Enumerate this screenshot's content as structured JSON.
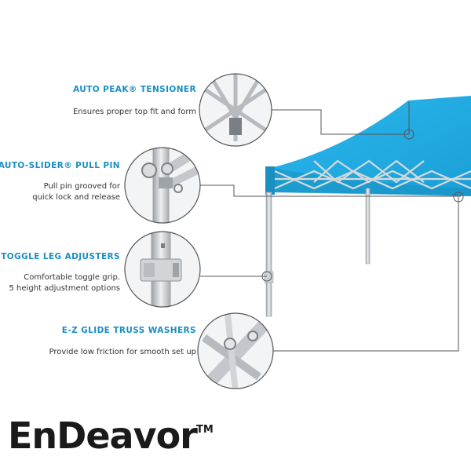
{
  "features": [
    {
      "title": "AUTO PEAK® TENSIONER",
      "desc": [
        "Ensures proper top fit and form"
      ]
    },
    {
      "title": "AUTO-SLIDER® PULL PIN",
      "desc": [
        "Pull pin grooved for",
        "quick lock and release"
      ]
    },
    {
      "title": "TOGGLE LEG ADJUSTERS",
      "desc": [
        "Comfortable toggle grip.",
        "5 height adjustment options"
      ]
    },
    {
      "title": "E-Z GLIDE TRUSS WASHERS",
      "desc": [
        "Provide low friction for smooth set up"
      ]
    }
  ],
  "brand": {
    "name": "EnDeavor",
    "trademark": "TM"
  },
  "colors": {
    "accent": "#1a8ec2",
    "canopy": "#1fa9e1",
    "frame": "#c9ccd0",
    "text": "#333333"
  }
}
